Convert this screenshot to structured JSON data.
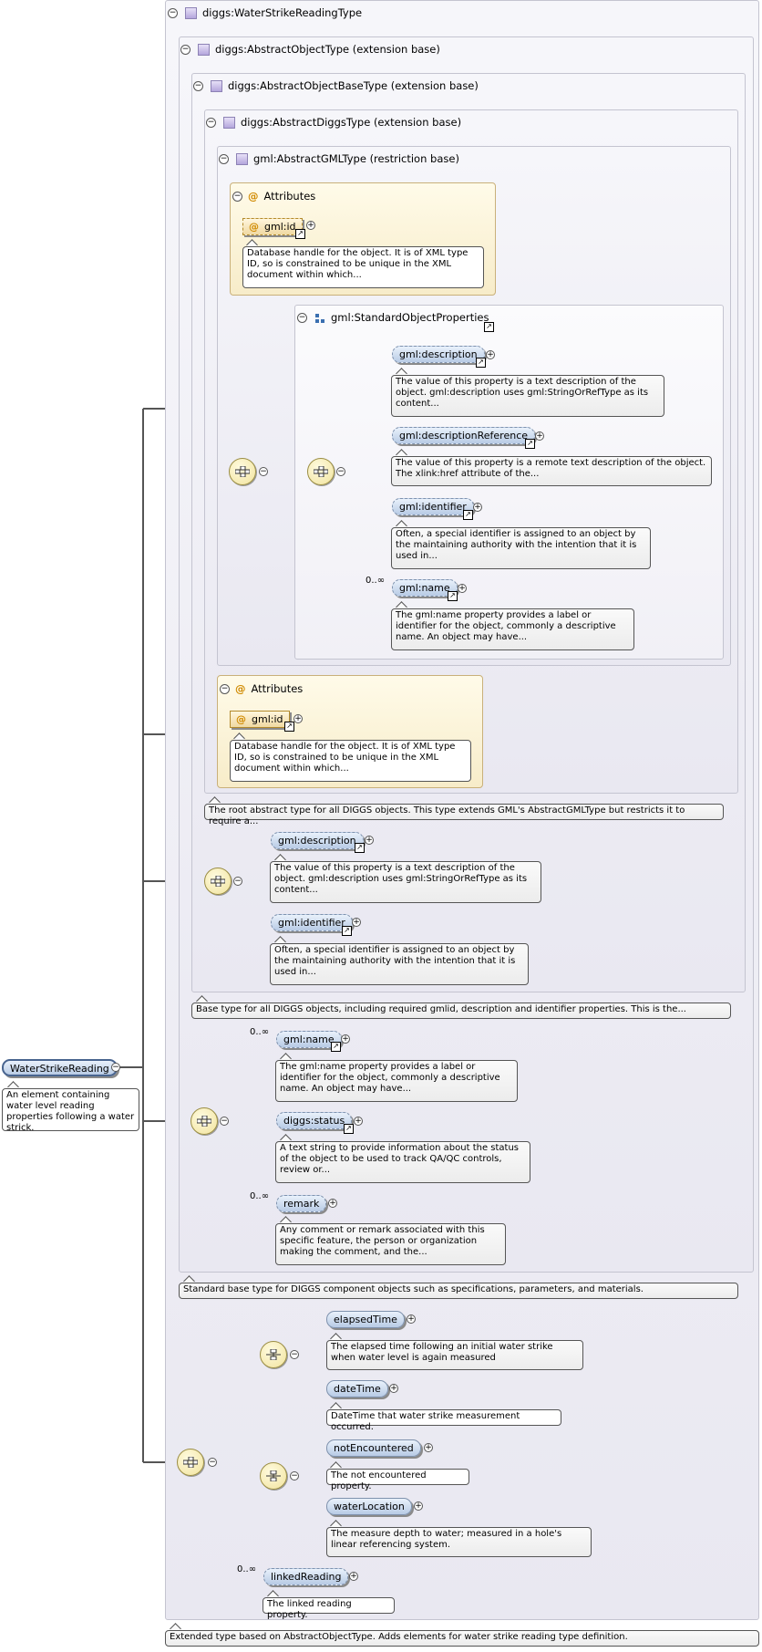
{
  "root": {
    "name": "WaterStrikeReading",
    "doc": "An element containing water level reading properties following a water strick."
  },
  "types": {
    "t1": "diggs:WaterStrikeReadingType",
    "t2": "diggs:AbstractObjectType (extension base)",
    "t3": "diggs:AbstractObjectBaseType (extension base)",
    "t4": "diggs:AbstractDiggsType (extension base)",
    "t5": "gml:AbstractGMLType (restriction base)"
  },
  "attributes_label": "Attributes",
  "gml_id": {
    "name": "gml:id",
    "doc": "Database handle for the object. It is of XML type ID, so is constrained to be unique in the XML document within which..."
  },
  "std_props": "gml:StandardObjectProperties",
  "gml_description": {
    "name": "gml:description",
    "doc": "The value of this property is a text description of the object. gml:description uses gml:StringOrRefType as its content..."
  },
  "gml_descriptionReference": {
    "name": "gml:descriptionReference",
    "doc": "The value of this property is a remote text description of the object. The xlink:href attribute of the..."
  },
  "gml_identifier": {
    "name": "gml:identifier",
    "doc": "Often, a special identifier is assigned to an object by the maintaining authority with the intention that it is used in..."
  },
  "gml_name": {
    "name": "gml:name",
    "doc": "The gml:name property provides a label or identifier for the object, commonly a descriptive name. An object may have..."
  },
  "occ_unbounded": "0..∞",
  "type_docs": {
    "diggs": "The root abstract type for all DIGGS objects. This type extends GML's AbstractGMLType but restricts it to require a...",
    "base": "Base type for all DIGGS objects, including required gmlid, description and identifier properties. This is the...",
    "standard": "Standard base type for DIGGS component objects such as specifications, parameters, and materials.",
    "extended": "Extended type based on AbstractObjectType. Adds elements for water strike reading type definition."
  },
  "diggs_status": {
    "name": "diggs:status",
    "doc": "A text string to provide information about the status of the object to be used to track QA/QC controls, review or..."
  },
  "remark": {
    "name": "remark",
    "doc": "Any comment or remark associated with this specific feature, the person or organization making the comment, and the..."
  },
  "elapsedTime": {
    "name": "elapsedTime",
    "doc": "The elapsed time following an initial water strike when water level is again measured"
  },
  "dateTime": {
    "name": "dateTime",
    "doc": "DateTime that water strike measurement occurred."
  },
  "notEncountered": {
    "name": "notEncountered",
    "doc": "The not encountered property."
  },
  "waterLocation": {
    "name": "waterLocation",
    "doc": "The measure depth to water; measured in a hole's linear referencing system."
  },
  "linkedReading": {
    "name": "linkedReading",
    "doc": "The linked reading property."
  },
  "colors": {
    "element_fill": "#b8cbe5",
    "attribute_fill": "#f0d9a2",
    "type_fill": "#e9e8f1",
    "compositor_fill": "#f1e39c"
  }
}
